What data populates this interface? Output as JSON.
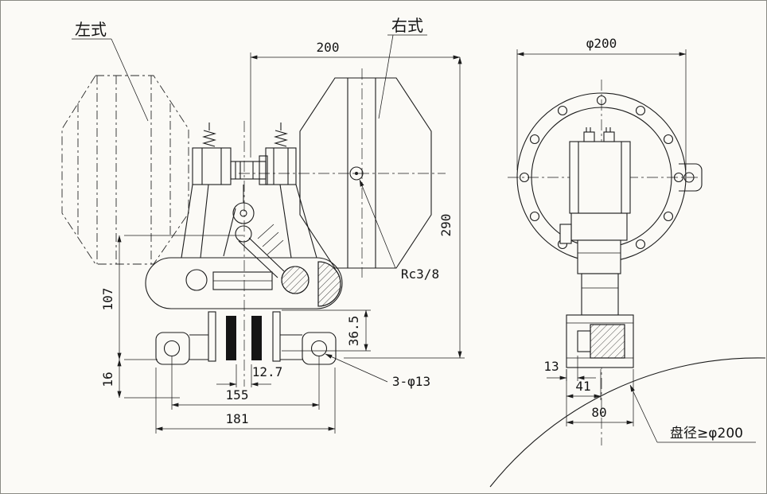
{
  "page": {
    "background": "#fbfaf6",
    "ink": "#1c1c1c"
  },
  "front": {
    "label_left": "左式",
    "label_right": "右式",
    "dims": {
      "top_width": "200",
      "overall_height": "290",
      "pivot_height": "107",
      "foot_offset": "16",
      "pad_height": "36.5",
      "disc_slot": "12.7",
      "hole_span": "155",
      "base_width": "181"
    },
    "callouts": {
      "thread_port": "Rc3/8",
      "mount_holes": "3-φ13"
    }
  },
  "side": {
    "dims": {
      "flange_dia": "φ200",
      "offset_13": "13",
      "offset_41": "41",
      "bracket_width": "80"
    },
    "note_disc": "盘径≥φ200"
  }
}
